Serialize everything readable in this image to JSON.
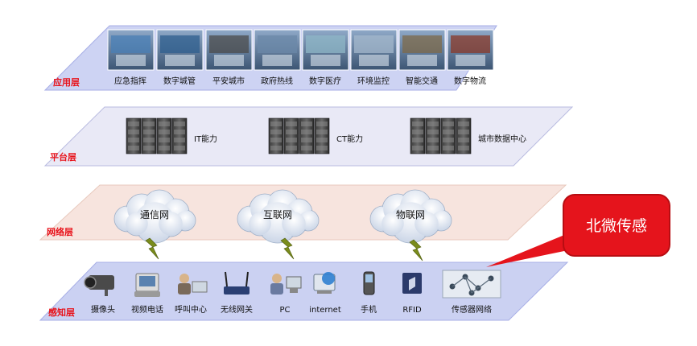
{
  "colors": {
    "app_fill": "#cdd3f3",
    "platform_fill": "#e9e9f6",
    "network_fill": "#f7e4de",
    "sense_fill": "#cbd1f2",
    "layer_label": "#e8121a",
    "callout": "#e5141c",
    "lightning": "#7a8c1c"
  },
  "layers": {
    "app": {
      "label": "应用层",
      "items": [
        {
          "label": "应急指挥",
          "icon": "command-center-photo"
        },
        {
          "label": "数字城管",
          "icon": "digital-city-photo"
        },
        {
          "label": "平安城市",
          "icon": "surveillance-wall-photo"
        },
        {
          "label": "政府热线",
          "icon": "hotline-operator-photo"
        },
        {
          "label": "数字医疗",
          "icon": "doctor-photo"
        },
        {
          "label": "环境监控",
          "icon": "weather-station-photo"
        },
        {
          "label": "智能交通",
          "icon": "truck-photo"
        },
        {
          "label": "数字物流",
          "icon": "logistics-truck-photo"
        }
      ]
    },
    "platform": {
      "label": "平台层",
      "items": [
        {
          "label": "IT能力",
          "icon": "server-rack-icon"
        },
        {
          "label": "CT能力",
          "icon": "server-rack-icon"
        },
        {
          "label": "城市数据中心",
          "icon": "server-rack-icon"
        }
      ]
    },
    "network": {
      "label": "网络层",
      "clouds": [
        "通信网",
        "互联网",
        "物联网"
      ]
    },
    "sense": {
      "label": "感知层",
      "items": [
        {
          "label": "摄像头",
          "icon": "camera-icon"
        },
        {
          "label": "视频电话",
          "icon": "video-phone-icon"
        },
        {
          "label": "呼叫中心",
          "icon": "call-center-icon"
        },
        {
          "label": "无线网关",
          "icon": "router-icon"
        },
        {
          "label": "PC",
          "icon": "pc-user-icon"
        },
        {
          "label": "internet",
          "icon": "internet-globe-icon"
        },
        {
          "label": "手机",
          "icon": "mobile-phone-icon"
        },
        {
          "label": "RFID",
          "icon": "rfid-tag-icon"
        },
        {
          "label": "传感器网络",
          "icon": "sensor-network-icon"
        }
      ]
    }
  },
  "callout": {
    "text": "北微传感"
  }
}
